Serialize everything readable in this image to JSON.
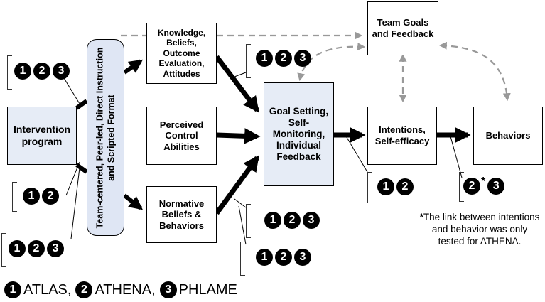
{
  "boxes": {
    "intervention": "Intervention program",
    "format": "Team-centered, Peer-led, Direct Instruction and Scripted Format",
    "knowledge": "Knowledge, Beliefs, Outcome Evaluation, Attitudes",
    "perceived": "Perceived Control Abilities",
    "normative": "Normative Beliefs & Behaviors",
    "goal": "Goal Setting, Self-Monitoring, Individual Feedback",
    "team": "Team Goals and Feedback",
    "intentions": "Intentions, Self-efficacy",
    "behaviors": "Behaviors"
  },
  "badge_groups": {
    "left_top": [
      "1",
      "2",
      "3"
    ],
    "left_mid": [
      "1",
      "2"
    ],
    "left_bottom": [
      "1",
      "2",
      "3"
    ],
    "goal_in": [
      "1",
      "2",
      "3"
    ],
    "normative_out_1": [
      "1",
      "2",
      "3"
    ],
    "normative_out_2": [
      "1",
      "2",
      "3"
    ],
    "intentions_in": [
      "1",
      "2"
    ],
    "behaviors_in": [
      "2",
      "3"
    ]
  },
  "behaviors_in_star": "*",
  "legend": [
    {
      "num": "1",
      "label": "ATLAS,"
    },
    {
      "num": "2",
      "label": "ATHENA,"
    },
    {
      "num": "3",
      "label": "PHLAME"
    }
  ],
  "note": {
    "asterisk": "*",
    "text": "The link between intentions and behavior was only tested for ATHENA."
  },
  "colors": {
    "solid_arrow": "#000000",
    "dashed_arrow": "#999999",
    "box_shade": "#e6ecf6",
    "pill_fill": "#dfe6f4"
  }
}
